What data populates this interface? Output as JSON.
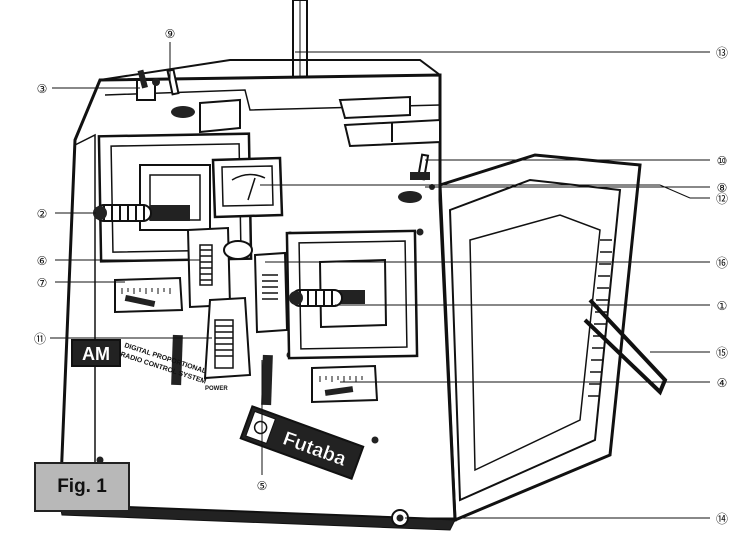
{
  "figure": {
    "label": "Fig. 1"
  },
  "branding": {
    "model_mark": "AM",
    "description_line1": "DIGITAL PROPORTIONAL",
    "description_line2": "RADIO CONTROL SYSTEM",
    "brand": "Futaba",
    "power_label": "POWER"
  },
  "colors": {
    "ink": "#111111",
    "paper": "#ffffff",
    "fig_label_bg": "#b8b8b8"
  },
  "callouts": [
    {
      "id": "3",
      "label": "③"
    },
    {
      "id": "9",
      "label": "⑨"
    },
    {
      "id": "2",
      "label": "②"
    },
    {
      "id": "6",
      "label": "⑥"
    },
    {
      "id": "7",
      "label": "⑦"
    },
    {
      "id": "11",
      "label": "⑪"
    },
    {
      "id": "5",
      "label": "⑤"
    },
    {
      "id": "13",
      "label": "⑬"
    },
    {
      "id": "10",
      "label": "⑩"
    },
    {
      "id": "8",
      "label": "⑧"
    },
    {
      "id": "12",
      "label": "⑫"
    },
    {
      "id": "16",
      "label": "⑯"
    },
    {
      "id": "1",
      "label": "①"
    },
    {
      "id": "15",
      "label": "⑮"
    },
    {
      "id": "4",
      "label": "④"
    },
    {
      "id": "14",
      "label": "⑭"
    }
  ]
}
